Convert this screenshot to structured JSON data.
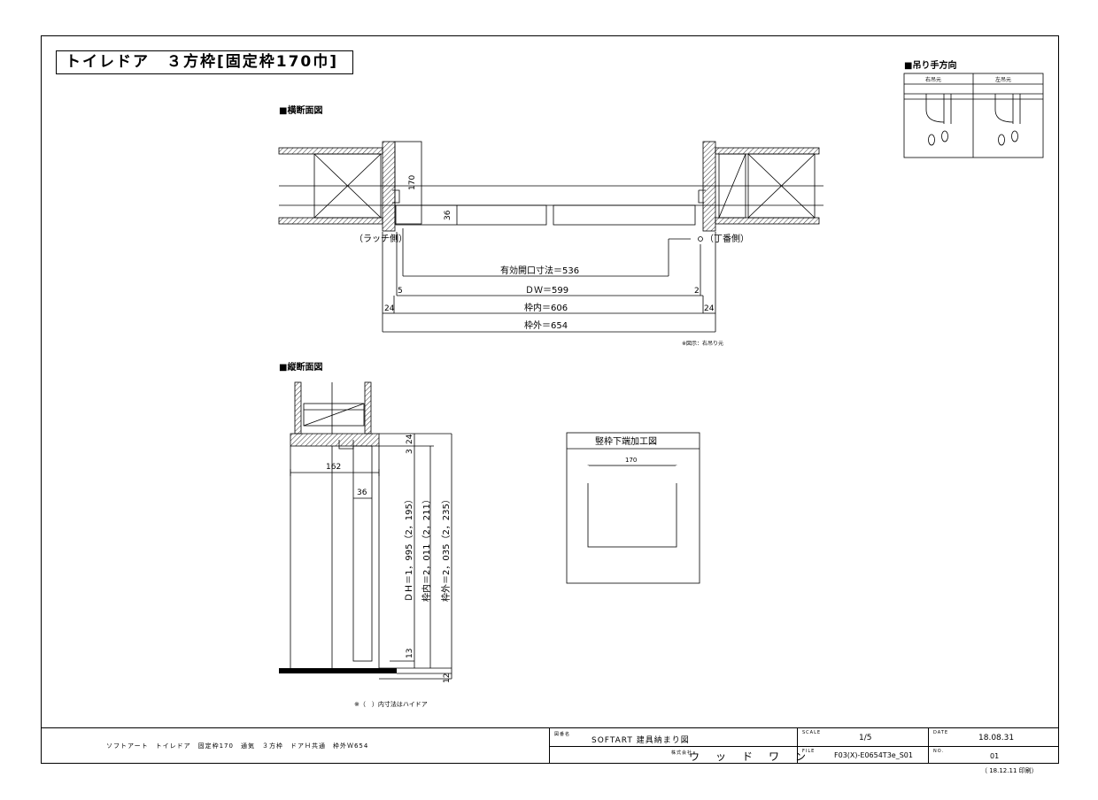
{
  "title": "トイレドア　３方枠[固定枠170巾]",
  "section_horizontal": "■横断面図",
  "section_vertical": "■縦断面図",
  "hinge_title": "■吊り手方向",
  "hinge_right": "右吊元",
  "hinge_left": "左吊元",
  "latch_side": "（ラッチ側）",
  "hinge_side": "（丁番側）",
  "dims_h": {
    "d170": "170",
    "d36": "36",
    "effective": "有効開口寸法＝536",
    "dw": "ＤＷ＝599",
    "inner": "枠内＝606",
    "outer": "枠外＝654",
    "d5": "5",
    "d2": "2",
    "d24a": "24",
    "d24b": "24"
  },
  "note_h": "※図示：右吊り元",
  "dims_v": {
    "d162": "162",
    "d36": "36",
    "d24": "24",
    "d3": "3",
    "dh": "ＤＨ＝1，995（2，195）",
    "inner": "枠内＝2，011（2，211）",
    "outer": "枠外＝2，035（2，235）",
    "d13": "13",
    "d12": "12"
  },
  "note_v": "※（　）内寸法はハイドア",
  "detail_title": "竪枠下端加工図",
  "detail_dim": "170",
  "titleblock": {
    "description": "ソフトアート　トイレドア　固定枠170　通気　３方枠　ドアＨ共通　枠外Ｗ654",
    "dwg_label": "図番名",
    "dwg_name": "SOFTART 建具納まり図",
    "company_label": "株式会社",
    "company": "ウ　ッ　ド　ワ　ン",
    "scale_label": "SCALE",
    "scale": "1/5",
    "file_label": "FILE",
    "file": "F03(X)-E0654T3e_S01",
    "date_label": "DATE",
    "date": "18.08.31",
    "no_label": "NO.",
    "no": "01",
    "print": "（ 18.12.11 印刷）"
  }
}
